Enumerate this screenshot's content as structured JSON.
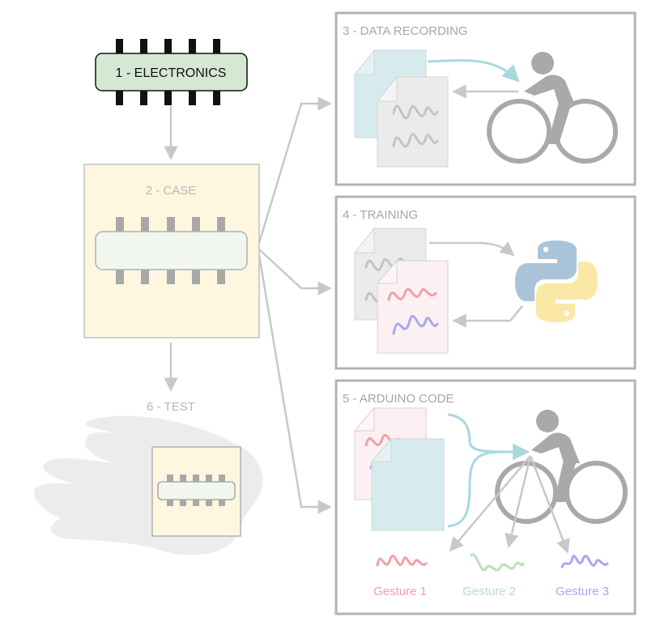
{
  "steps": {
    "electronics": "1 - ELECTRONICS",
    "case": "2 - CASE",
    "data_recording": "3 - DATA RECORDING",
    "training": "4 - TRAINING",
    "arduino_code": "5 - ARDUINO CODE",
    "test": "6 - TEST"
  },
  "gestures": [
    {
      "label": "Gesture 1",
      "color": "#f0a0a8"
    },
    {
      "label": "Gesture 2",
      "color": "#b8e0b8"
    },
    {
      "label": "Gesture 3",
      "color": "#a8a8f0"
    }
  ],
  "colors": {
    "frame": "#b3b3b3",
    "frame_label": "#a6a6a6",
    "arrow": "#c8c8c8",
    "chip_fill": "#d5e8d4",
    "case_fill": "#fff6e0",
    "doc_teal": "#d7eaed",
    "doc_gray": "#ebebeb",
    "doc_pink": "#fcf0f2",
    "teal_arrow": "#a8d8de",
    "person": "#a9a9a9",
    "python_blue": "#a9c4d9",
    "python_yellow": "#fbe8a6"
  }
}
